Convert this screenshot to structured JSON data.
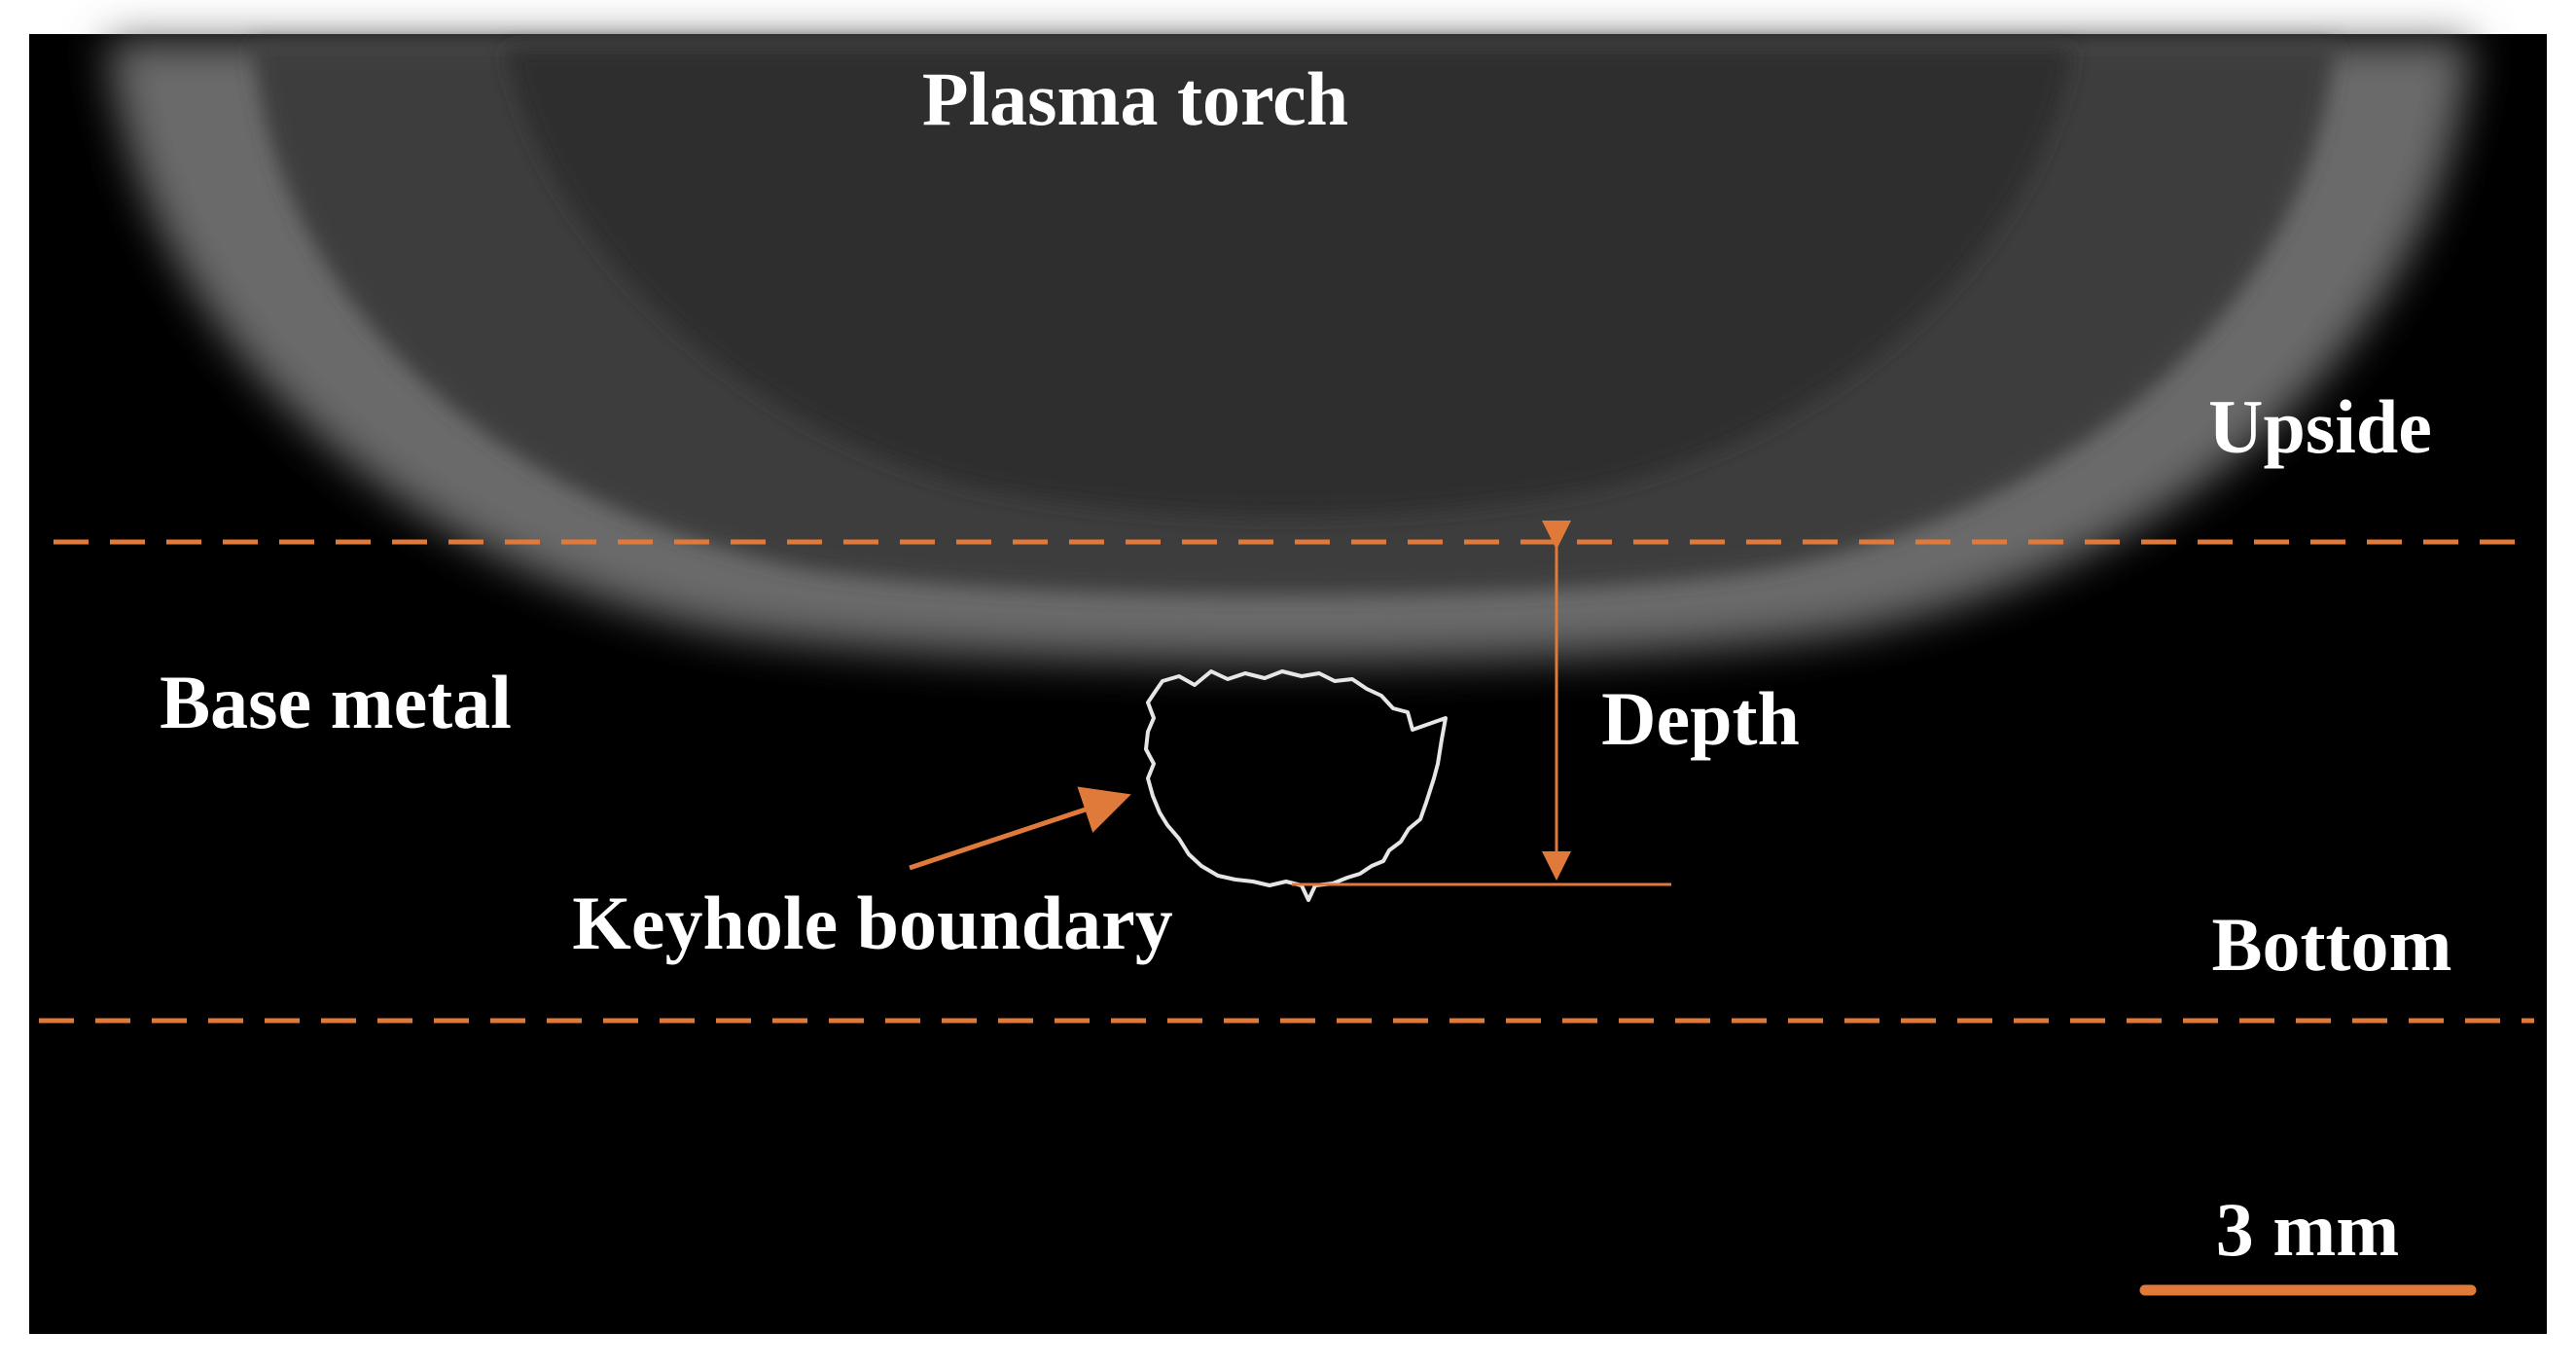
{
  "labels": {
    "plasma_torch": "Plasma torch",
    "upside": "Upside",
    "base_metal": "Base metal",
    "depth": "Depth",
    "keyhole_boundary": "Keyhole boundary",
    "bottom": "Bottom",
    "scale_bar": "3 mm"
  },
  "colors": {
    "annotation": "#E07A3A",
    "background": "#000000",
    "label_text": "#FFFFFF",
    "keyhole_outline": "#E6E6E6"
  }
}
